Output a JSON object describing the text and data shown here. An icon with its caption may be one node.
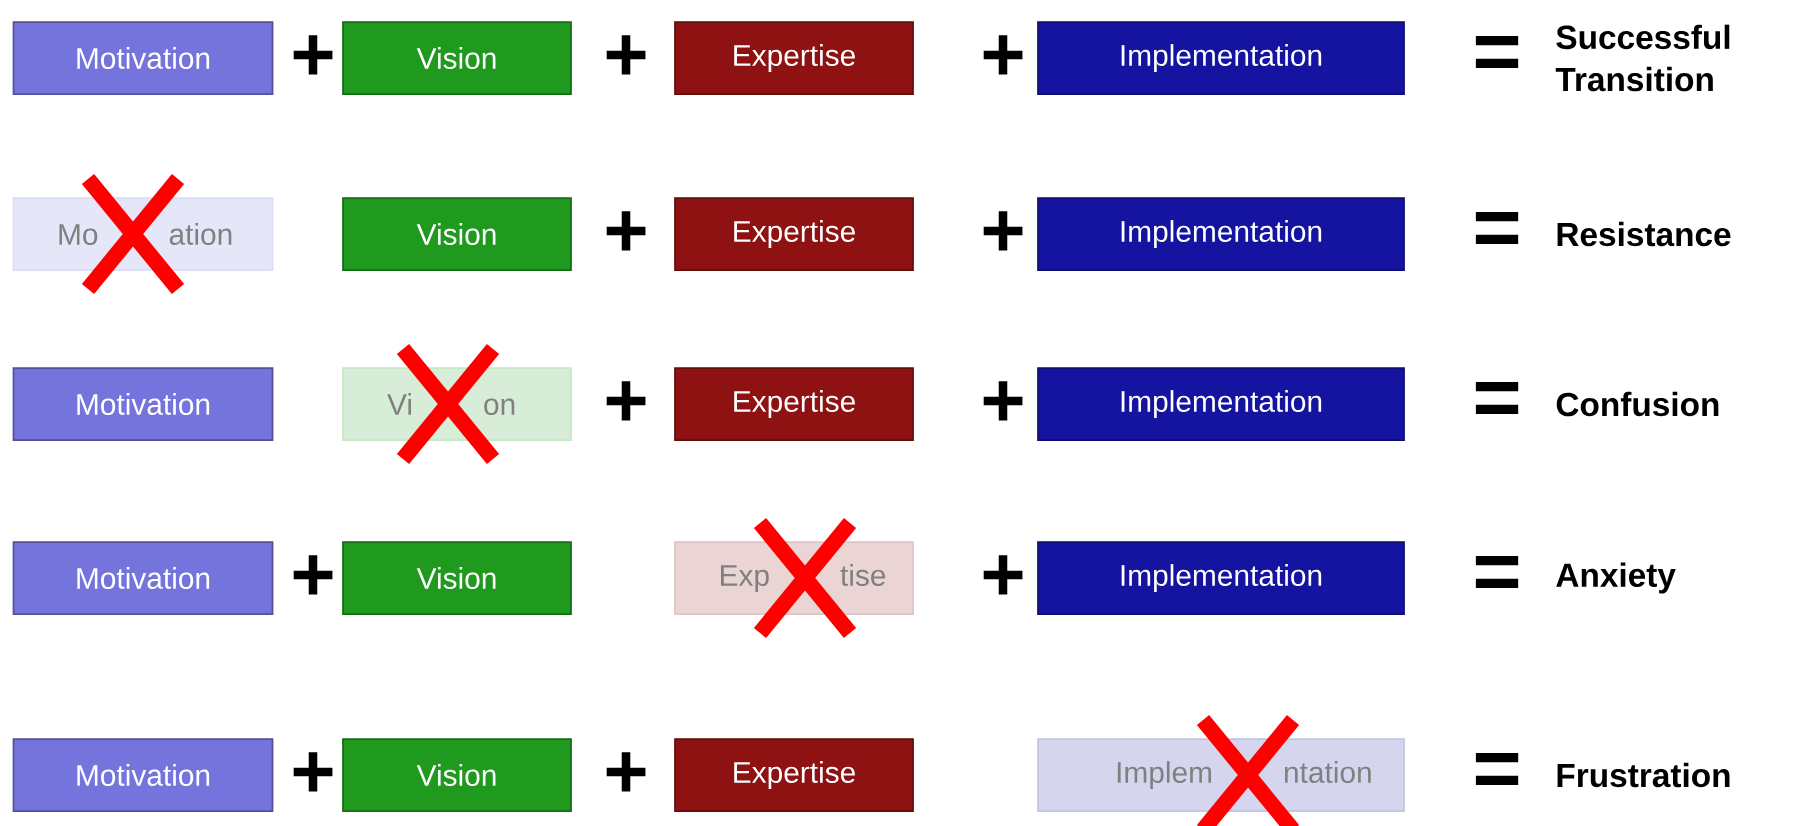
{
  "diagram": {
    "nodes": [
      {
        "text": [
          "Motivation"
        ]
      },
      {
        "text": [
          "Vision"
        ]
      },
      {
        "text": [
          "Expertise"
        ]
      },
      {
        "text": [
          "Implementation"
        ]
      },
      {
        "text": [
          "Mo",
          "ation"
        ]
      },
      {
        "text": [
          "Vision"
        ]
      },
      {
        "text": [
          "Expertise"
        ]
      },
      {
        "text": [
          "Implementation"
        ]
      },
      {
        "text": [
          "Motivation"
        ]
      },
      {
        "text": [
          "Vi",
          "on"
        ]
      },
      {
        "text": [
          "Expertise"
        ]
      },
      {
        "text": [
          "Implementation"
        ]
      },
      {
        "text": [
          "Motivation"
        ]
      },
      {
        "text": [
          "Vision"
        ]
      },
      {
        "text": [
          "Exp",
          "tise"
        ]
      },
      {
        "text": [
          "Implementation"
        ]
      },
      {
        "text": [
          "Motivation"
        ]
      },
      {
        "text": [
          "Vision"
        ]
      },
      {
        "text": [
          "Expertise"
        ]
      },
      {
        "text": [
          "Implem",
          "ntation"
        ]
      }
    ],
    "labels": [
      "+",
      "+",
      "+",
      "=",
      "Successful Transition",
      "+",
      "+",
      "=",
      "Resistance",
      "+",
      "+",
      "=",
      "Confusion",
      "+",
      "+",
      "=",
      "Anxiety",
      "+",
      "+",
      "=",
      "Frustration"
    ]
  }
}
